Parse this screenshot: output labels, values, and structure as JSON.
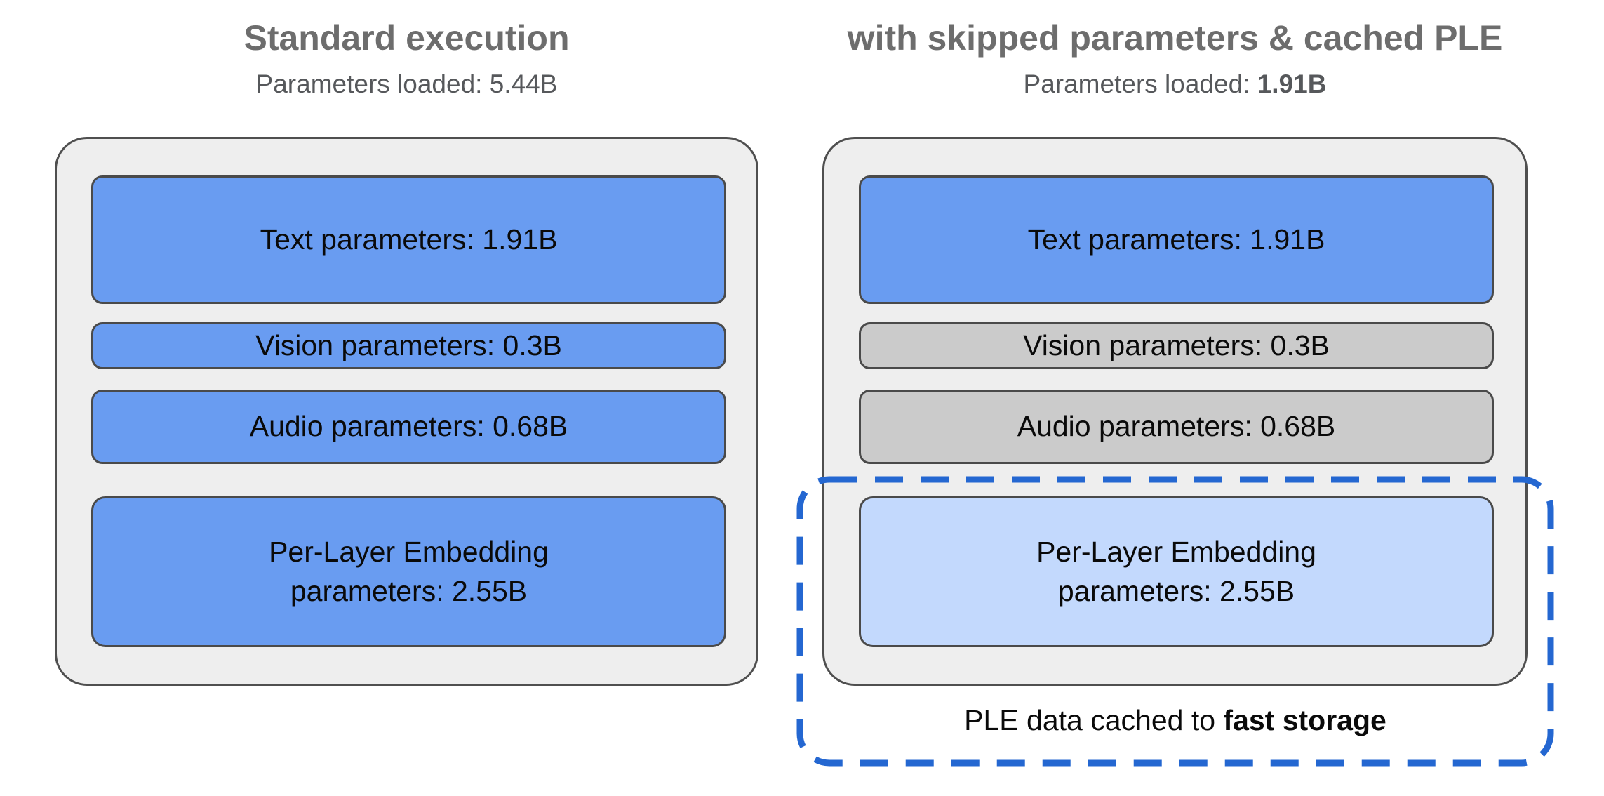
{
  "colors": {
    "loaded_fill": "#699cf1",
    "skipped_fill": "#cbcbcb",
    "cached_fill": "#c3d9fd",
    "panel_fill": "#eeeeee",
    "panel_border": "#4f4f4f",
    "box_border": "#4a4a4a",
    "dashed_accent": "#2467d1",
    "title_color": "#6d6d6d",
    "subtitle_color": "#56585b",
    "box_text_color": "#0a0a0a"
  },
  "left_panel": {
    "title": "Standard execution",
    "subtitle_prefix": "Parameters loaded: ",
    "subtitle_value": "5.44B",
    "boxes": [
      {
        "id": "text",
        "lines": [
          "Text parameters: 1.91B"
        ],
        "state": "loaded"
      },
      {
        "id": "vision",
        "lines": [
          "Vision parameters: 0.3B"
        ],
        "state": "loaded"
      },
      {
        "id": "audio",
        "lines": [
          "Audio parameters: 0.68B"
        ],
        "state": "loaded"
      },
      {
        "id": "ple",
        "lines": [
          "Per-Layer Embedding",
          "parameters: 2.55B"
        ],
        "state": "loaded"
      }
    ]
  },
  "right_panel": {
    "title": "with skipped parameters & cached PLE",
    "subtitle_prefix": "Parameters loaded: ",
    "subtitle_value": "1.91B",
    "boxes": [
      {
        "id": "text",
        "lines": [
          "Text parameters: 1.91B"
        ],
        "state": "loaded"
      },
      {
        "id": "vision",
        "lines": [
          "Vision parameters: 0.3B"
        ],
        "state": "skipped"
      },
      {
        "id": "audio",
        "lines": [
          "Audio parameters: 0.68B"
        ],
        "state": "skipped"
      },
      {
        "id": "ple",
        "lines": [
          "Per-Layer Embedding",
          "parameters: 2.55B"
        ],
        "state": "cached"
      }
    ]
  },
  "cache_callout": {
    "caption_prefix": "PLE data cached to ",
    "caption_emphasis": "fast storage"
  }
}
